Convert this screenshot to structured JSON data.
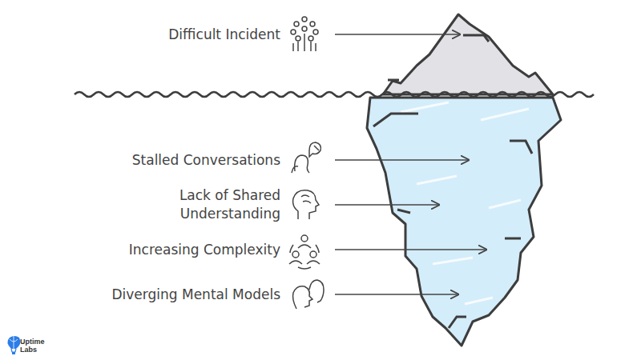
{
  "diagram": {
    "labels": [
      "Difficult Incident",
      "Stalled Conversations",
      "Lack of Shared Understanding",
      "Increasing Complexity",
      "Diverging Mental Models",
      "Uptime Labs"
    ]
  }
}
